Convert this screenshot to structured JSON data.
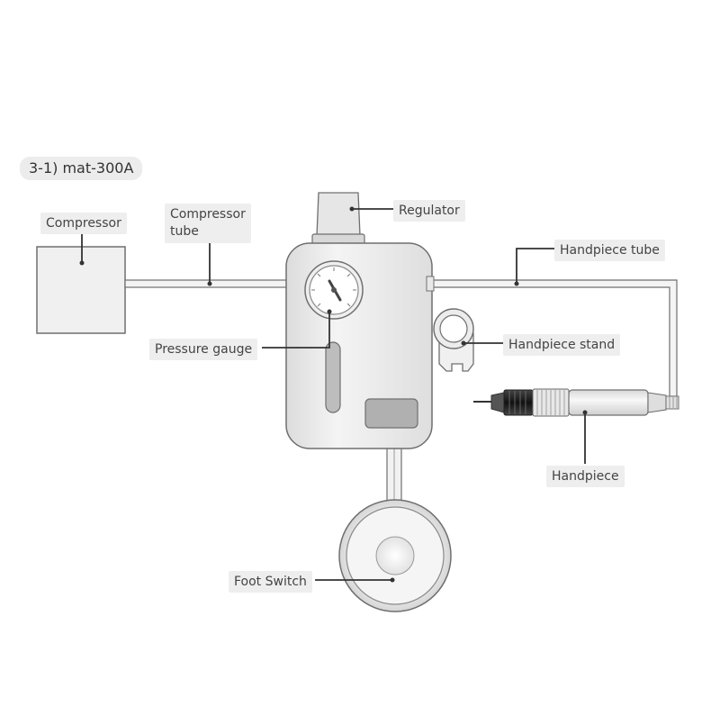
{
  "title": "3-1) mat-300A",
  "labels": {
    "compressor": "Compressor",
    "compressor_tube_line1": "Compressor",
    "compressor_tube_line2": "tube",
    "regulator": "Regulator",
    "handpiece_tube": "Handpiece tube",
    "pressure_gauge": "Pressure gauge",
    "handpiece_stand": "Handpiece stand",
    "handpiece": "Handpiece",
    "foot_switch": "Foot Switch"
  },
  "colors": {
    "outline": "#6f6f6f",
    "body_fill": "#ececec",
    "leader": "#333333",
    "label_bg": "#eeeeee"
  }
}
